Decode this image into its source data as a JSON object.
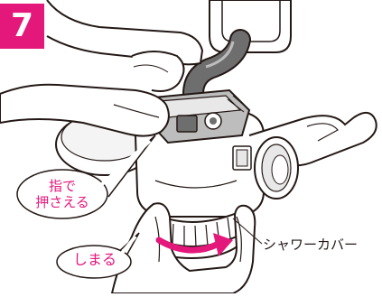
{
  "step_number": "7",
  "callouts": {
    "press_line1": "指で",
    "press_line2": "押さえる",
    "tighten": "しまる"
  },
  "part_label": "シャワーカバー",
  "colors": {
    "accent": "#e4187b",
    "line": "#231815",
    "shade_light": "#e8e8e8",
    "shade_mid": "#bdbdbd",
    "shade_dark": "#6e6e6e"
  },
  "icons": {
    "rotation_arrow": "curved-arrow-right-icon"
  }
}
